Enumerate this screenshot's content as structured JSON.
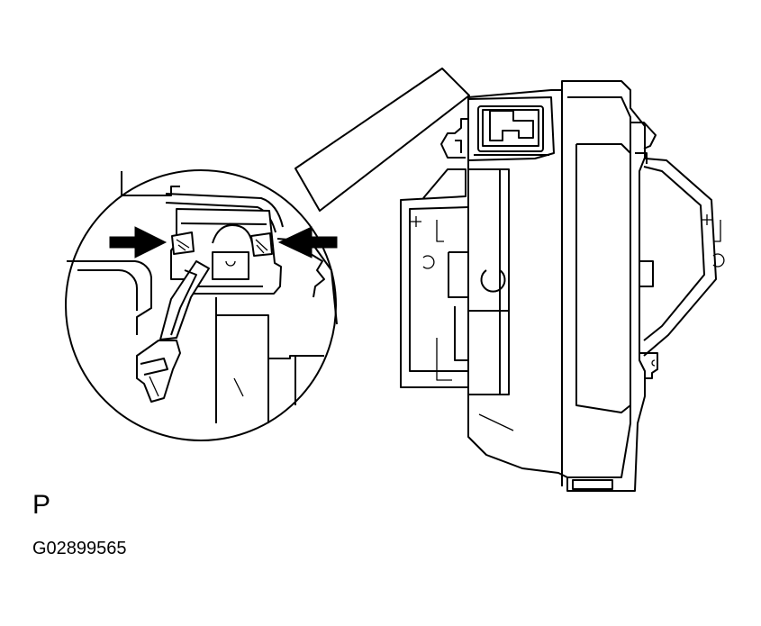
{
  "labels": {
    "view_letter": "P",
    "figure_code": "G02899565"
  },
  "callouts": [
    {
      "name": "left-clip-arrow",
      "direction": "right"
    },
    {
      "name": "right-clip-arrow",
      "direction": "left"
    }
  ],
  "colors": {
    "line": "#000000",
    "background": "#ffffff"
  }
}
